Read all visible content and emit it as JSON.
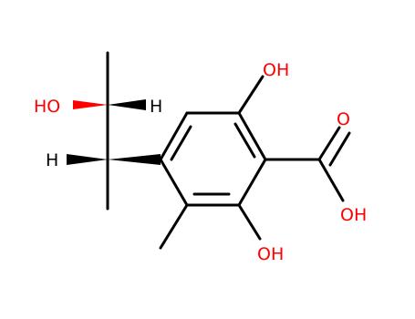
{
  "colors": {
    "bond": "#000000",
    "oxygen": "#ff0000",
    "background": "#ffffff"
  },
  "labels": {
    "ho_side": "HO",
    "h_side_top": "H",
    "h_side_mid": "H",
    "oh_ring_top": "OH",
    "oh_ring_bottom": "OH",
    "carboxyl_oh": "OH",
    "carbonyl_o": "O"
  }
}
